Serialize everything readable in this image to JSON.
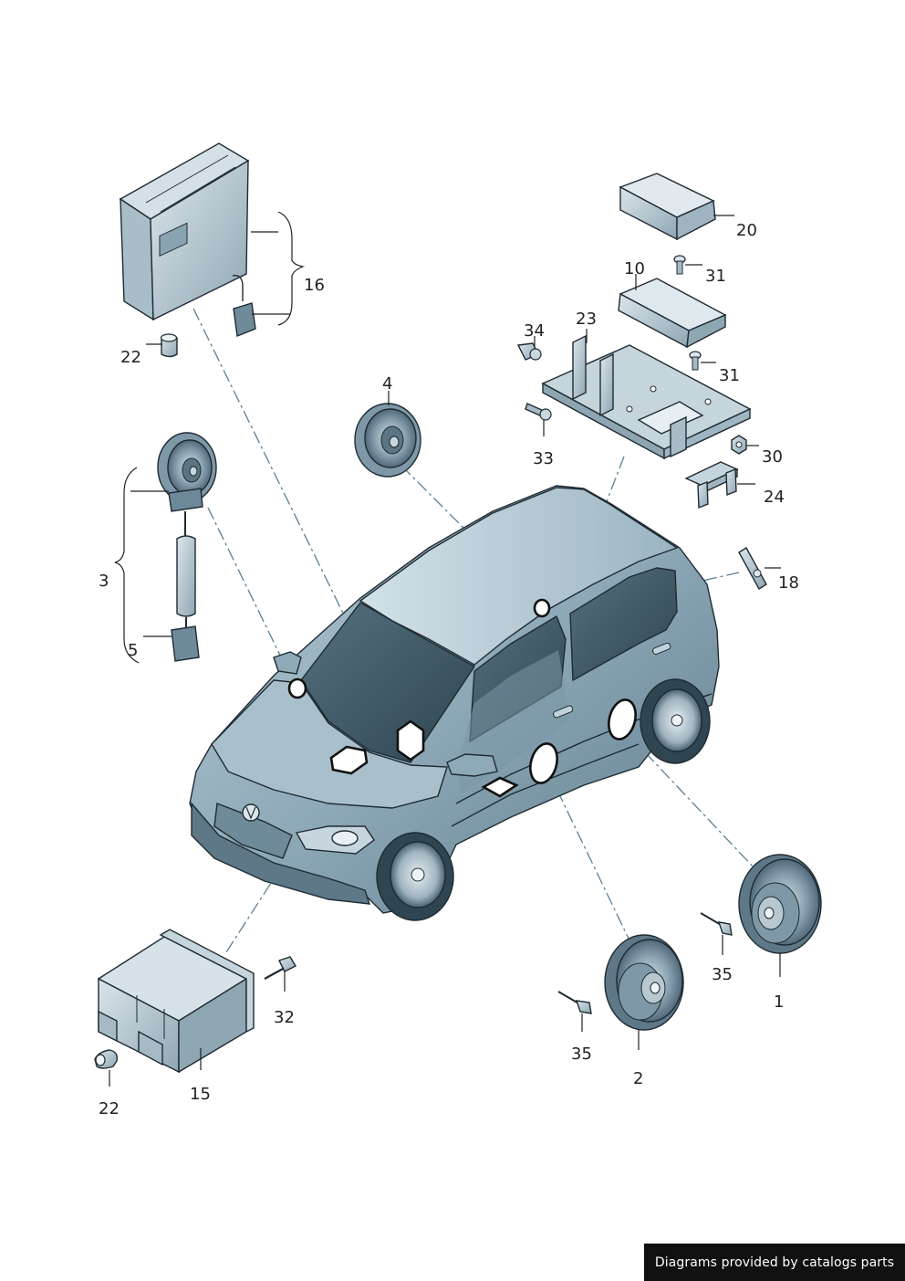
{
  "callouts": {
    "c20": "20",
    "c31a": "31",
    "c10": "10",
    "c23": "23",
    "c34": "34",
    "c31b": "31",
    "c33": "33",
    "c30": "30",
    "c24": "24",
    "c18": "18",
    "c4": "4",
    "c16": "16",
    "c22a": "22",
    "c3": "3",
    "c5": "5",
    "c1": "1",
    "c35a": "35",
    "c35b": "35",
    "c2": "2",
    "c32": "32",
    "c15": "15",
    "c22b": "22"
  },
  "credit": "Diagrams provided by catalogs parts",
  "colors": {
    "body_fill": "#8fa9b8",
    "body_dark": "#6d8898",
    "glass": "#3d5866",
    "part_fill": "#b9c8d1",
    "leader_dash": "#5a7f95"
  }
}
